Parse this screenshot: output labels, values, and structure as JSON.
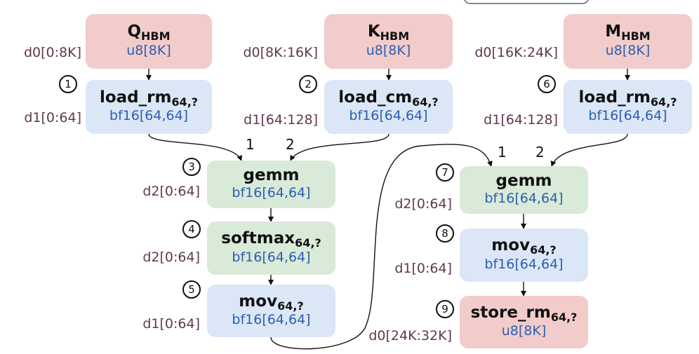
{
  "nodes": {
    "q": {
      "name": "Q",
      "sub": "HBM",
      "type": "u8[8K]",
      "dim": "d0[0:8K]"
    },
    "k": {
      "name": "K",
      "sub": "HBM",
      "type": "u8[8K]",
      "dim": "d0[8K:16K]"
    },
    "m": {
      "name": "M",
      "sub": "HBM",
      "type": "u8[8K]",
      "dim": "d0[16K:24K]"
    },
    "n1": {
      "step": "1",
      "name": "load_rm",
      "sub": "64,?",
      "type": "bf16[64,64]",
      "dim": "d1[0:64]"
    },
    "n2": {
      "step": "2",
      "name": "load_cm",
      "sub": "64,?",
      "type": "bf16[64,64]",
      "dim": "d1[64:128]"
    },
    "n6": {
      "step": "6",
      "name": "load_rm",
      "sub": "64,?",
      "type": "bf16[64,64]",
      "dim": "d1[64:128]"
    },
    "n3": {
      "step": "3",
      "name": "gemm",
      "type": "bf16[64,64]",
      "dim": "d2[0:64]",
      "in1": "1",
      "in2": "2"
    },
    "n4": {
      "step": "4",
      "name": "softmax",
      "sub": "64,?",
      "type": "bf16[64,64]",
      "dim": "d2[0:64]"
    },
    "n5": {
      "step": "5",
      "name": "mov",
      "sub": "64,?",
      "type": "bf16[64,64]",
      "dim": "d1[0:64]"
    },
    "n7": {
      "step": "7",
      "name": "gemm",
      "type": "bf16[64,64]",
      "dim": "d2[0:64]",
      "in1": "1",
      "in2": "2"
    },
    "n8": {
      "step": "8",
      "name": "mov",
      "sub": "64,?",
      "type": "bf16[64,64]",
      "dim": "d1[0:64]"
    },
    "n9": {
      "step": "9",
      "name": "store_rm",
      "sub": "64,?",
      "type": "u8[8K]",
      "dim": "d0[24K:32K]"
    }
  },
  "colors": {
    "hbm": "#f2cccb",
    "load": "#dbe6f7",
    "compute": "#d9ead8",
    "type_text": "#2b5fb0",
    "dim_text": "#5e3a50"
  }
}
